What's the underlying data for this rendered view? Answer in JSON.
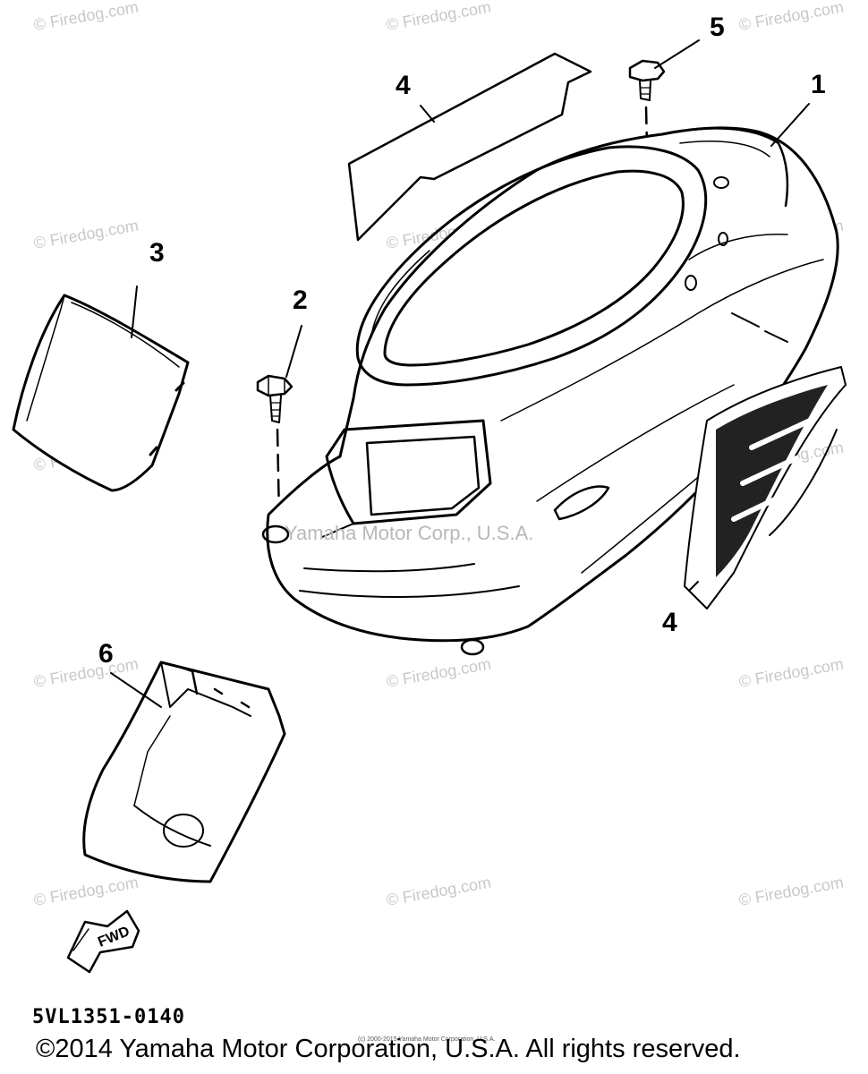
{
  "diagram": {
    "callouts": [
      {
        "id": "callout-1",
        "text": "1"
      },
      {
        "id": "callout-2",
        "text": "2"
      },
      {
        "id": "callout-3",
        "text": "3"
      },
      {
        "id": "callout-4-top",
        "text": "4"
      },
      {
        "id": "callout-4-bottom",
        "text": "4"
      },
      {
        "id": "callout-5",
        "text": "5"
      },
      {
        "id": "callout-6",
        "text": "6"
      }
    ],
    "fwd_label": "FWD",
    "part_code": "5VL1351-0140",
    "center_watermark": "Yamaha Motor Corp., U.S.A.",
    "watermark": "© Firedog.com",
    "tiny_notice": "(c) 2000-2015 Yamaha Motor Corporation, U.S.A.",
    "copyright": "©2014 Yamaha Motor Corporation, U.S.A. All rights reserved."
  }
}
